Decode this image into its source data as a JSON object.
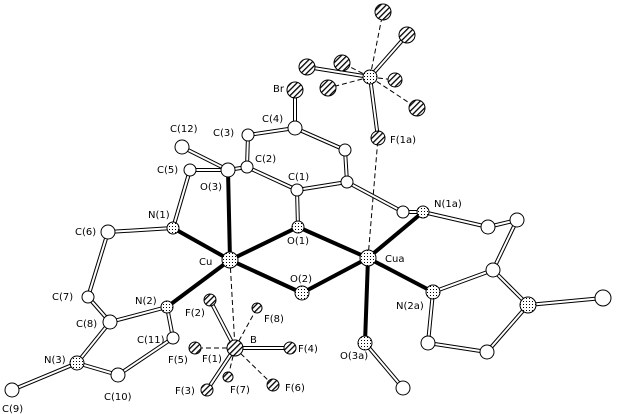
{
  "diagram": {
    "type": "crystal-structure-ortep",
    "labels": {
      "Br": "Br",
      "C4": "C(4)",
      "C3": "C(3)",
      "C12": "C(12)",
      "C2": "C(2)",
      "C5": "C(5)",
      "O3": "O(3)",
      "C1": "C(1)",
      "N1": "N(1)",
      "O1": "O(1)",
      "C6": "C(6)",
      "Cu": "Cu",
      "O2": "O(2)",
      "Cua": "Cua",
      "N1a": "N(1a)",
      "F1a": "F(1a)",
      "N2a": "N(2a)",
      "O3a": "O(3a)",
      "C7": "C(7)",
      "N2": "N(2)",
      "C8": "C(8)",
      "C11": "C(11)",
      "F2": "F(2)",
      "F8": "F(8)",
      "B": "B",
      "F4": "F(4)",
      "F5": "F(5)",
      "F1": "F(1)",
      "N3": "N(3)",
      "F3": "F(3)",
      "F7": "F(7)",
      "F6": "F(6)",
      "C10": "C(10)",
      "C9": "C(9)"
    }
  }
}
